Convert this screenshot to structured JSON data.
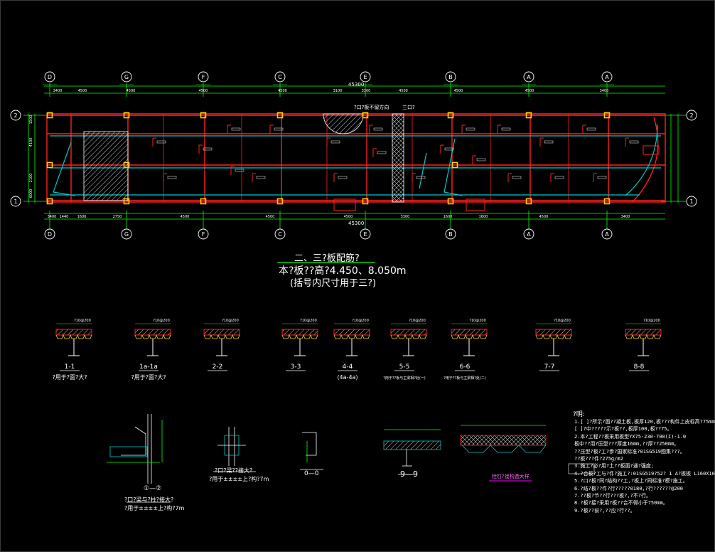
{
  "colors": {
    "background": "#000000",
    "grid_axis": "#00ff00",
    "beam_red": "#ff2020",
    "rebar_cyan": "#00c8c8",
    "column_yellow": "#ffd200",
    "text_white": "#ffffff",
    "magenta": "#ff00ff"
  },
  "plan": {
    "axis_labels_top": [
      "D",
      "G",
      "F",
      "C",
      "E",
      "B",
      "A",
      "A"
    ],
    "axis_labels_bottom": [
      "D",
      "G",
      "F",
      "C",
      "E",
      "B",
      "A",
      "A"
    ],
    "axis_labels_left": [
      "2",
      "1"
    ],
    "axis_labels_right": [
      "2",
      "1"
    ],
    "overall_dim": "45300",
    "top_dims": [
      "3400",
      "4500",
      "4500",
      "4500",
      "4500",
      "3100",
      "3300",
      "4500",
      "4500",
      "4500",
      "3400"
    ],
    "bottom_dims": [
      "3400",
      "1440",
      "1600",
      "2750",
      "4500",
      "4500",
      "4500",
      "3300",
      "1600",
      "1600",
      "4500",
      "3400"
    ],
    "left_dims": [
      "1500",
      "4100",
      "2100",
      "6000"
    ],
    "callout_top": "?口?板不留方向",
    "callout_stair": "三口?"
  },
  "plan_title": {
    "line1": "二、三?板配筋?",
    "line2": "本?板??高?4.450、8.050m",
    "line3": "(括号内尺寸用于三?)"
  },
  "sections": [
    {
      "label": "1-1",
      "sub": "?用于?面?大?"
    },
    {
      "label": "1a-1a",
      "sub": "?用于?面?大?"
    },
    {
      "label": "2-2",
      "sub": ""
    },
    {
      "label": "3-3",
      "sub": ""
    },
    {
      "label": "4-4",
      "sub": "(4a-4a)"
    },
    {
      "label": "5-5",
      "sub": "?用于??板与主梁相?处(一)"
    },
    {
      "label": "6-6",
      "sub": "?用于??板与主梁相?处(二)"
    },
    {
      "label": "7-7",
      "sub": ""
    },
    {
      "label": "8-8",
      "sub": ""
    }
  ],
  "rebar_tags": [
    "?10@200",
    "?10@200",
    "?10@200",
    "?10@200",
    "?10@200",
    "?10@200",
    "?10@200",
    "?10@200",
    "?10@200"
  ],
  "lower_details": {
    "axis_12": "①—②",
    "axis_12_caption1": "?口?梁与?柱?接大?",
    "axis_12_caption2": "?用于±±±±上?构?7m",
    "mid_caption1": "?口?梁??接大?",
    "mid_caption2": "?用于±±±±上?构?7m",
    "oo": "0—0",
    "nine": "9—9",
    "stud_caption": "栓钉?接构造大样"
  },
  "notes_title": "?明:",
  "notes": [
    "1.[ ]?所示?面??凝土板,板厚120,板???构件上皮标高?75mm。",
    "  [ ]?中?????示?板??,板厚100,板??75。",
    "2.本?工程??板采用板型YX75-230-700(I)-1.0",
    "  板中??用?压型???厚度16mm,??厚??250mm。",
    "  ??压型?板?工?参?国家标准?01SG519图集???。",
    "  ??板???件?275g/m2",
    "3.施工?必?用?土??板面?通?强度;",
    "4.?合板?工与?件?施工?:01SG519?52?  1  A?板板 L160X10",
    "5.?口?板?同?结构??工,?板上?同标准?模?施工。",
    "6.?结?板??件?行?????0180,?行??????@200",
    "7.??板?节??行???板?,?不?行。",
    "8.?板?接?采用?板??合不得小于750mm。",
    "9.?板??前?,??应?行??。"
  ]
}
